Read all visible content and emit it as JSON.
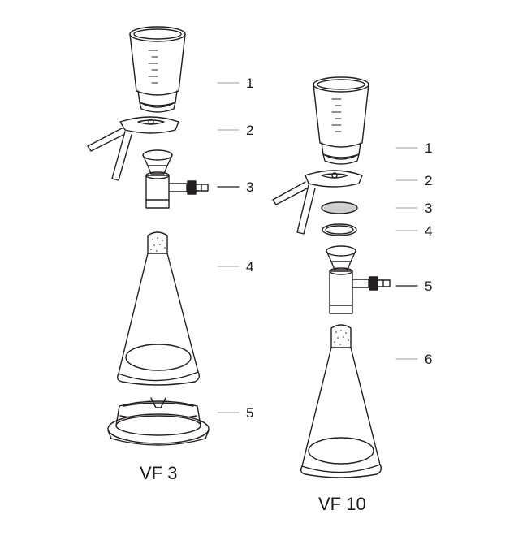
{
  "left_assembly": {
    "title": "VF 3",
    "labels": [
      "1",
      "2",
      "3",
      "4",
      "5"
    ]
  },
  "right_assembly": {
    "title": "VF 10",
    "labels": [
      "1",
      "2",
      "3",
      "4",
      "5",
      "6"
    ]
  },
  "colors": {
    "line": "#231f20",
    "leader": "#9d9d9d",
    "membrane": "#cfcfcf"
  }
}
